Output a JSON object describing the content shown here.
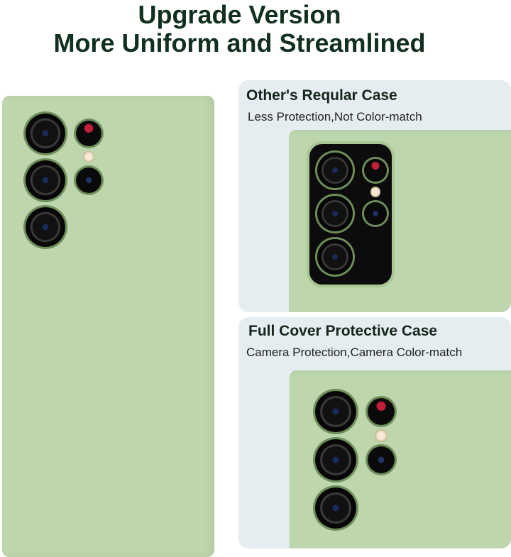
{
  "header": {
    "line1": "Upgrade Version",
    "line2": "More Uniform and Streamlined"
  },
  "panels": [
    {
      "title": "Other's Reqular Case",
      "subtitle": "Less Protection,Not Color-match"
    },
    {
      "title": "Full Cover Protective Case",
      "subtitle": "Camera Protection,Camera Color-match"
    }
  ],
  "colors": {
    "case_green": "#bdd6ad",
    "panel_bg": "#e6edf0",
    "title": "#11301f"
  }
}
